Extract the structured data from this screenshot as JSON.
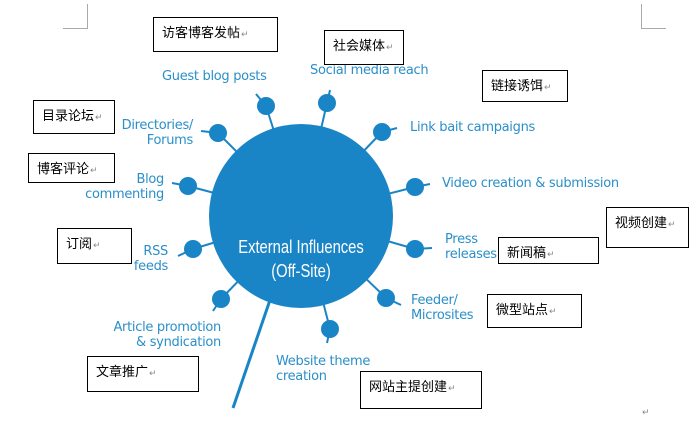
{
  "diagram": {
    "center": {
      "line1": "External Influences",
      "line2": "(Off-Site)"
    },
    "accent_color": "#1a85c6",
    "nodes": [
      {
        "id": "guest-blog-posts",
        "label": [
          "Guest blog posts"
        ],
        "cn": "访客博客发帖"
      },
      {
        "id": "social-media-reach",
        "label": [
          "Social media reach"
        ],
        "cn": "社会媒体"
      },
      {
        "id": "link-bait-campaigns",
        "label": [
          "Link bait campaigns"
        ],
        "cn": "链接诱饵"
      },
      {
        "id": "video-creation",
        "label": [
          "Video creation & submission"
        ],
        "cn": "视频创建"
      },
      {
        "id": "press-releases",
        "label": [
          "Press",
          "releases"
        ],
        "cn": "新闻稿"
      },
      {
        "id": "feeder-microsites",
        "label": [
          "Feeder/",
          "Microsites"
        ],
        "cn": "微型站点"
      },
      {
        "id": "website-theme-creation",
        "label": [
          "Website theme",
          "creation"
        ],
        "cn": "网站主提创建"
      },
      {
        "id": "article-promotion",
        "label": [
          "Article promotion",
          "& syndication"
        ],
        "cn": "文章推广"
      },
      {
        "id": "rss-feeds",
        "label": [
          "RSS",
          "feeds"
        ],
        "cn": "订阅"
      },
      {
        "id": "blog-commenting",
        "label": [
          "Blog",
          "commenting"
        ],
        "cn": "博客评论"
      },
      {
        "id": "directories-forums",
        "label": [
          "Directories/",
          "Forums"
        ],
        "cn": "目录论坛"
      }
    ],
    "paragraph_mark": "↵"
  }
}
